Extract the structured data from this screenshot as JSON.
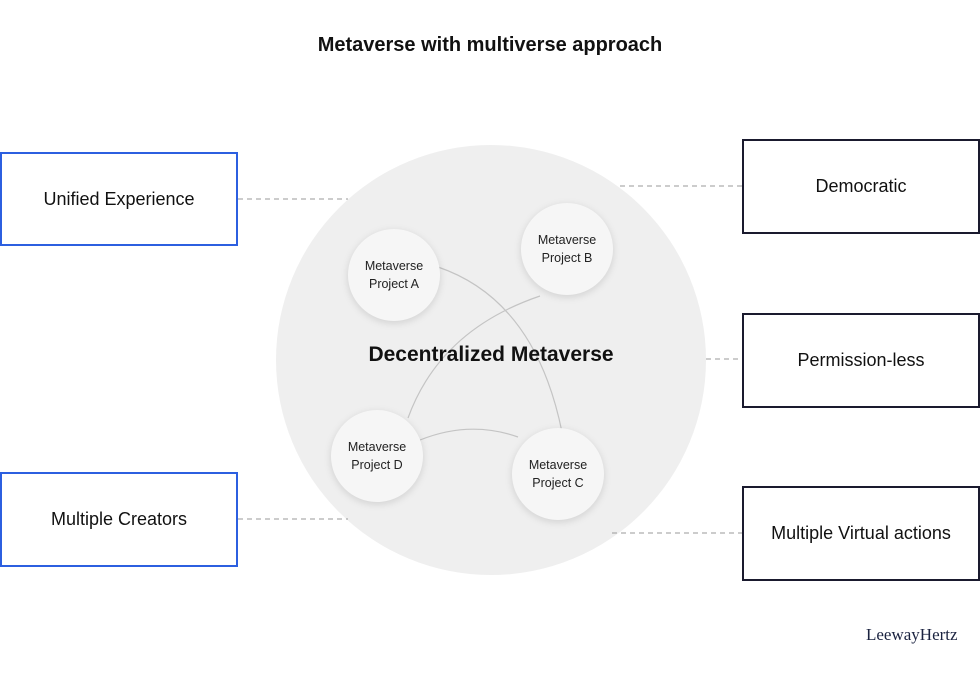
{
  "title": "Metaverse with multiverse approach",
  "center": {
    "label": "Decentralized Metaverse"
  },
  "projects": [
    {
      "line1": "Metaverse",
      "line2": "Project A"
    },
    {
      "line1": "Metaverse",
      "line2": "Project B"
    },
    {
      "line1": "Metaverse",
      "line2": "Project C"
    },
    {
      "line1": "Metaverse",
      "line2": "Project D"
    }
  ],
  "left_boxes": [
    {
      "label": "Unified Experience"
    },
    {
      "label": "Multiple Creators"
    }
  ],
  "right_boxes": [
    {
      "label": "Democratic"
    },
    {
      "label": "Permission-less"
    },
    {
      "label": "Multiple Virtual actions"
    }
  ],
  "brand": "LeewayHertz",
  "colors": {
    "blue_border": "#2c5fe0",
    "dark_border": "#1a1a2e",
    "circle_fill": "#efefef",
    "connector": "#999999"
  }
}
